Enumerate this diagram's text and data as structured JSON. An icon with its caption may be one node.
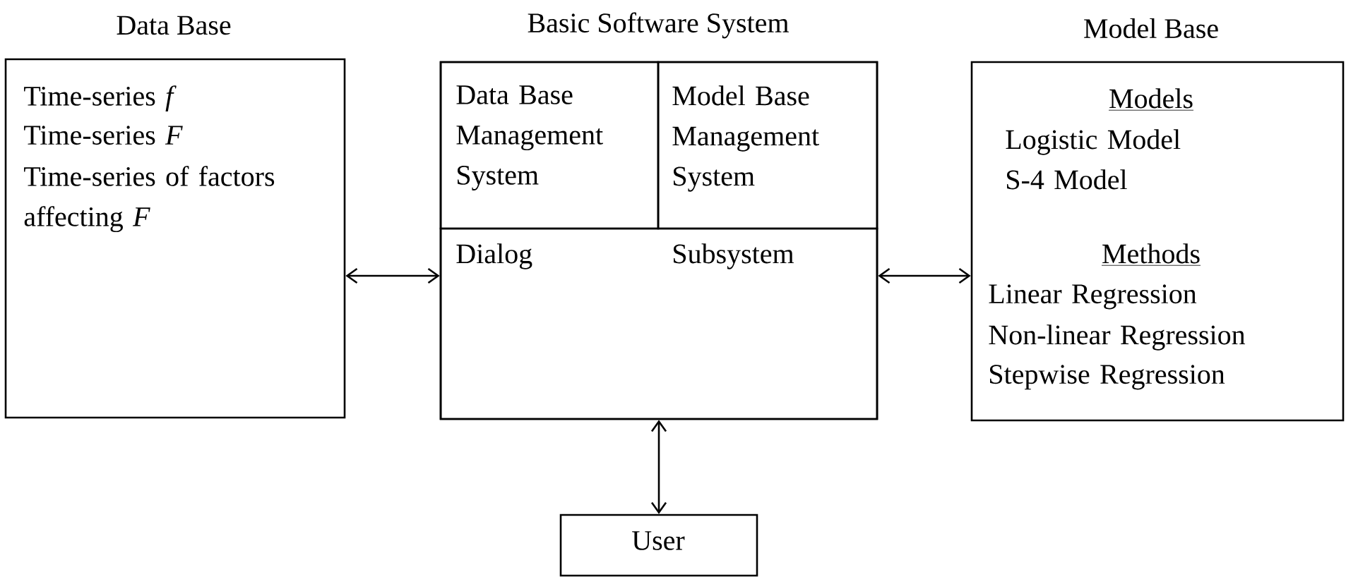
{
  "diagram": {
    "nodes": [
      {
        "text": [
          "Data Base",
          "Time-series *f*",
          "Time-series *F*",
          "Time-series of factors affecting *F*"
        ]
      },
      {
        "text": [
          "Basic Software System"
        ]
      },
      {
        "text": [
          "Data Base Management System"
        ],
        "in": 1
      },
      {
        "text": [
          "Model Base Management System"
        ],
        "in": 1
      },
      {
        "text": [
          "Dialog",
          "Subsystem"
        ],
        "in": 1
      },
      {
        "text": [
          "Model Base",
          "Models",
          "Logistic Model",
          "S-4 Model",
          "Methods",
          "Linear Regression",
          "Non-linear Regression",
          "Stepwise Regression"
        ]
      },
      {
        "text": [
          "User"
        ]
      }
    ],
    "edges": [
      {
        "from": 0,
        "to": 1,
        "arrow": "both"
      },
      {
        "from": 1,
        "to": 5,
        "arrow": "both"
      },
      {
        "from": 1,
        "to": 6,
        "arrow": "both"
      }
    ]
  }
}
